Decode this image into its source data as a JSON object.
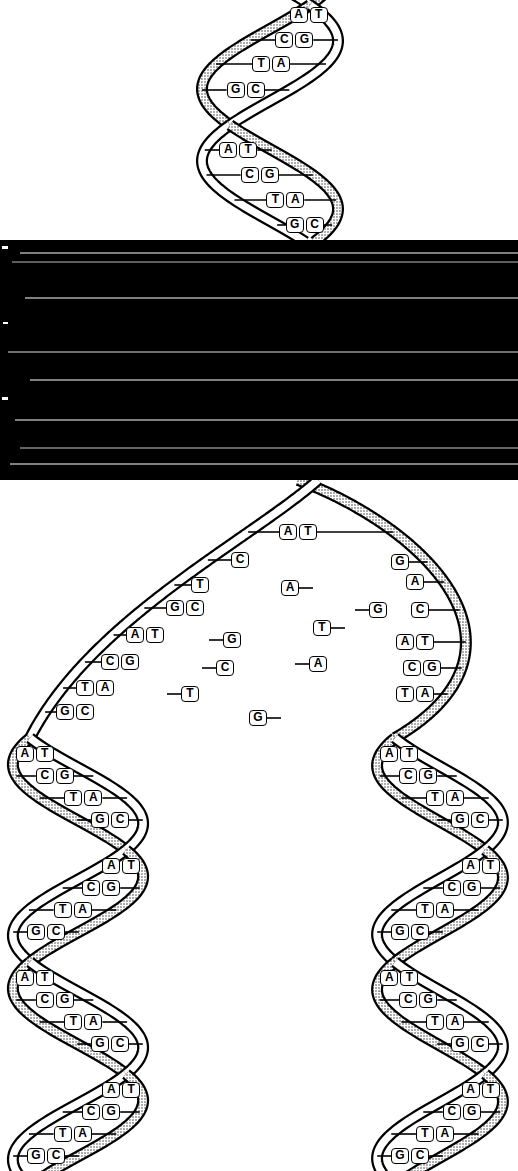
{
  "diagram": {
    "labels": [
      "A",
      "T",
      "C",
      "G",
      "T",
      "A",
      "G",
      "C",
      "A",
      "T",
      "C",
      "G",
      "T",
      "A",
      "G",
      "C",
      "A",
      "T",
      "C",
      "G",
      "T",
      "A",
      "A",
      "G",
      "C",
      "G",
      "C",
      "T",
      "A",
      "T",
      "G",
      "A",
      "T",
      "A",
      "C",
      "G",
      "C",
      "C",
      "G",
      "T",
      "A",
      "T",
      "T",
      "A",
      "G",
      "C",
      "G",
      "A",
      "T",
      "C",
      "G",
      "T",
      "A",
      "G",
      "C",
      "A",
      "T",
      "C",
      "G",
      "T",
      "A",
      "G",
      "C",
      "A",
      "T",
      "C",
      "G",
      "T",
      "A",
      "G",
      "C",
      "A",
      "T",
      "C",
      "G",
      "T",
      "A",
      "G",
      "C",
      "A",
      "T",
      "C",
      "G",
      "T",
      "A",
      "G",
      "C",
      "A",
      "T",
      "C",
      "G",
      "T",
      "A",
      "G",
      "C",
      "A",
      "T",
      "C",
      "G",
      "T",
      "A",
      "G",
      "C",
      "A",
      "T",
      "C",
      "G",
      "T",
      "A",
      "G",
      "C"
    ]
  }
}
